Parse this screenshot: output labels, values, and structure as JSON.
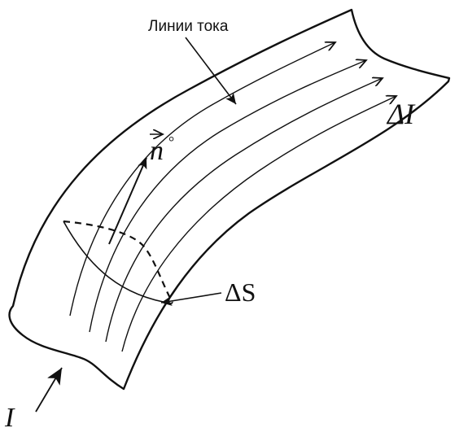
{
  "labels": {
    "streamlines": "Линии тока",
    "delta_current": "ΔI",
    "normal_vector": "n",
    "normal_superscript": "°",
    "area_element": "ΔS",
    "current": "I"
  }
}
